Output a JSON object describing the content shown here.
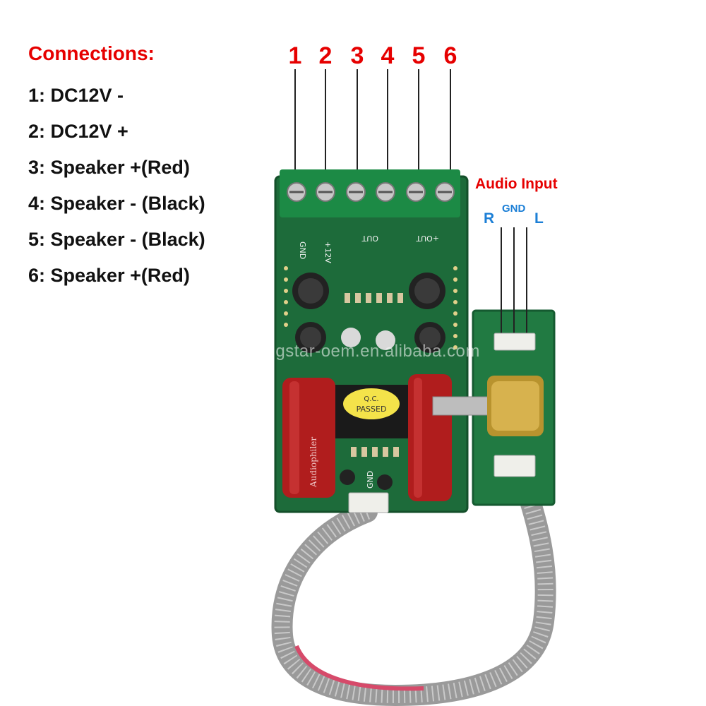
{
  "connections": {
    "title": "Connections:",
    "items": [
      "1: DC12V -",
      "2: DC12V +",
      "3: Speaker +(Red)",
      "4: Speaker - (Black)",
      "5: Speaker - (Black)",
      "6: Speaker +(Red)"
    ]
  },
  "pins": [
    "1",
    "2",
    "3",
    "4",
    "5",
    "6"
  ],
  "audio_input": {
    "title": "Audio Input",
    "r": "R",
    "gnd": "GND",
    "l": "L"
  },
  "board": {
    "gnd": "GND",
    "v12": "+12V",
    "out1": "OUT",
    "out2": "+OUT",
    "qc1": "Q.C.",
    "qc2": "PASSED",
    "cap": "Audiophiler",
    "pcb_gnd": "GND"
  },
  "watermark": "morningstar-oem.en.alibaba.com",
  "colors": {
    "pcb": "#1d6b3a",
    "label_red": "#e60000",
    "label_blue": "#1c7fd6",
    "capacitor": "#b01d1d"
  }
}
